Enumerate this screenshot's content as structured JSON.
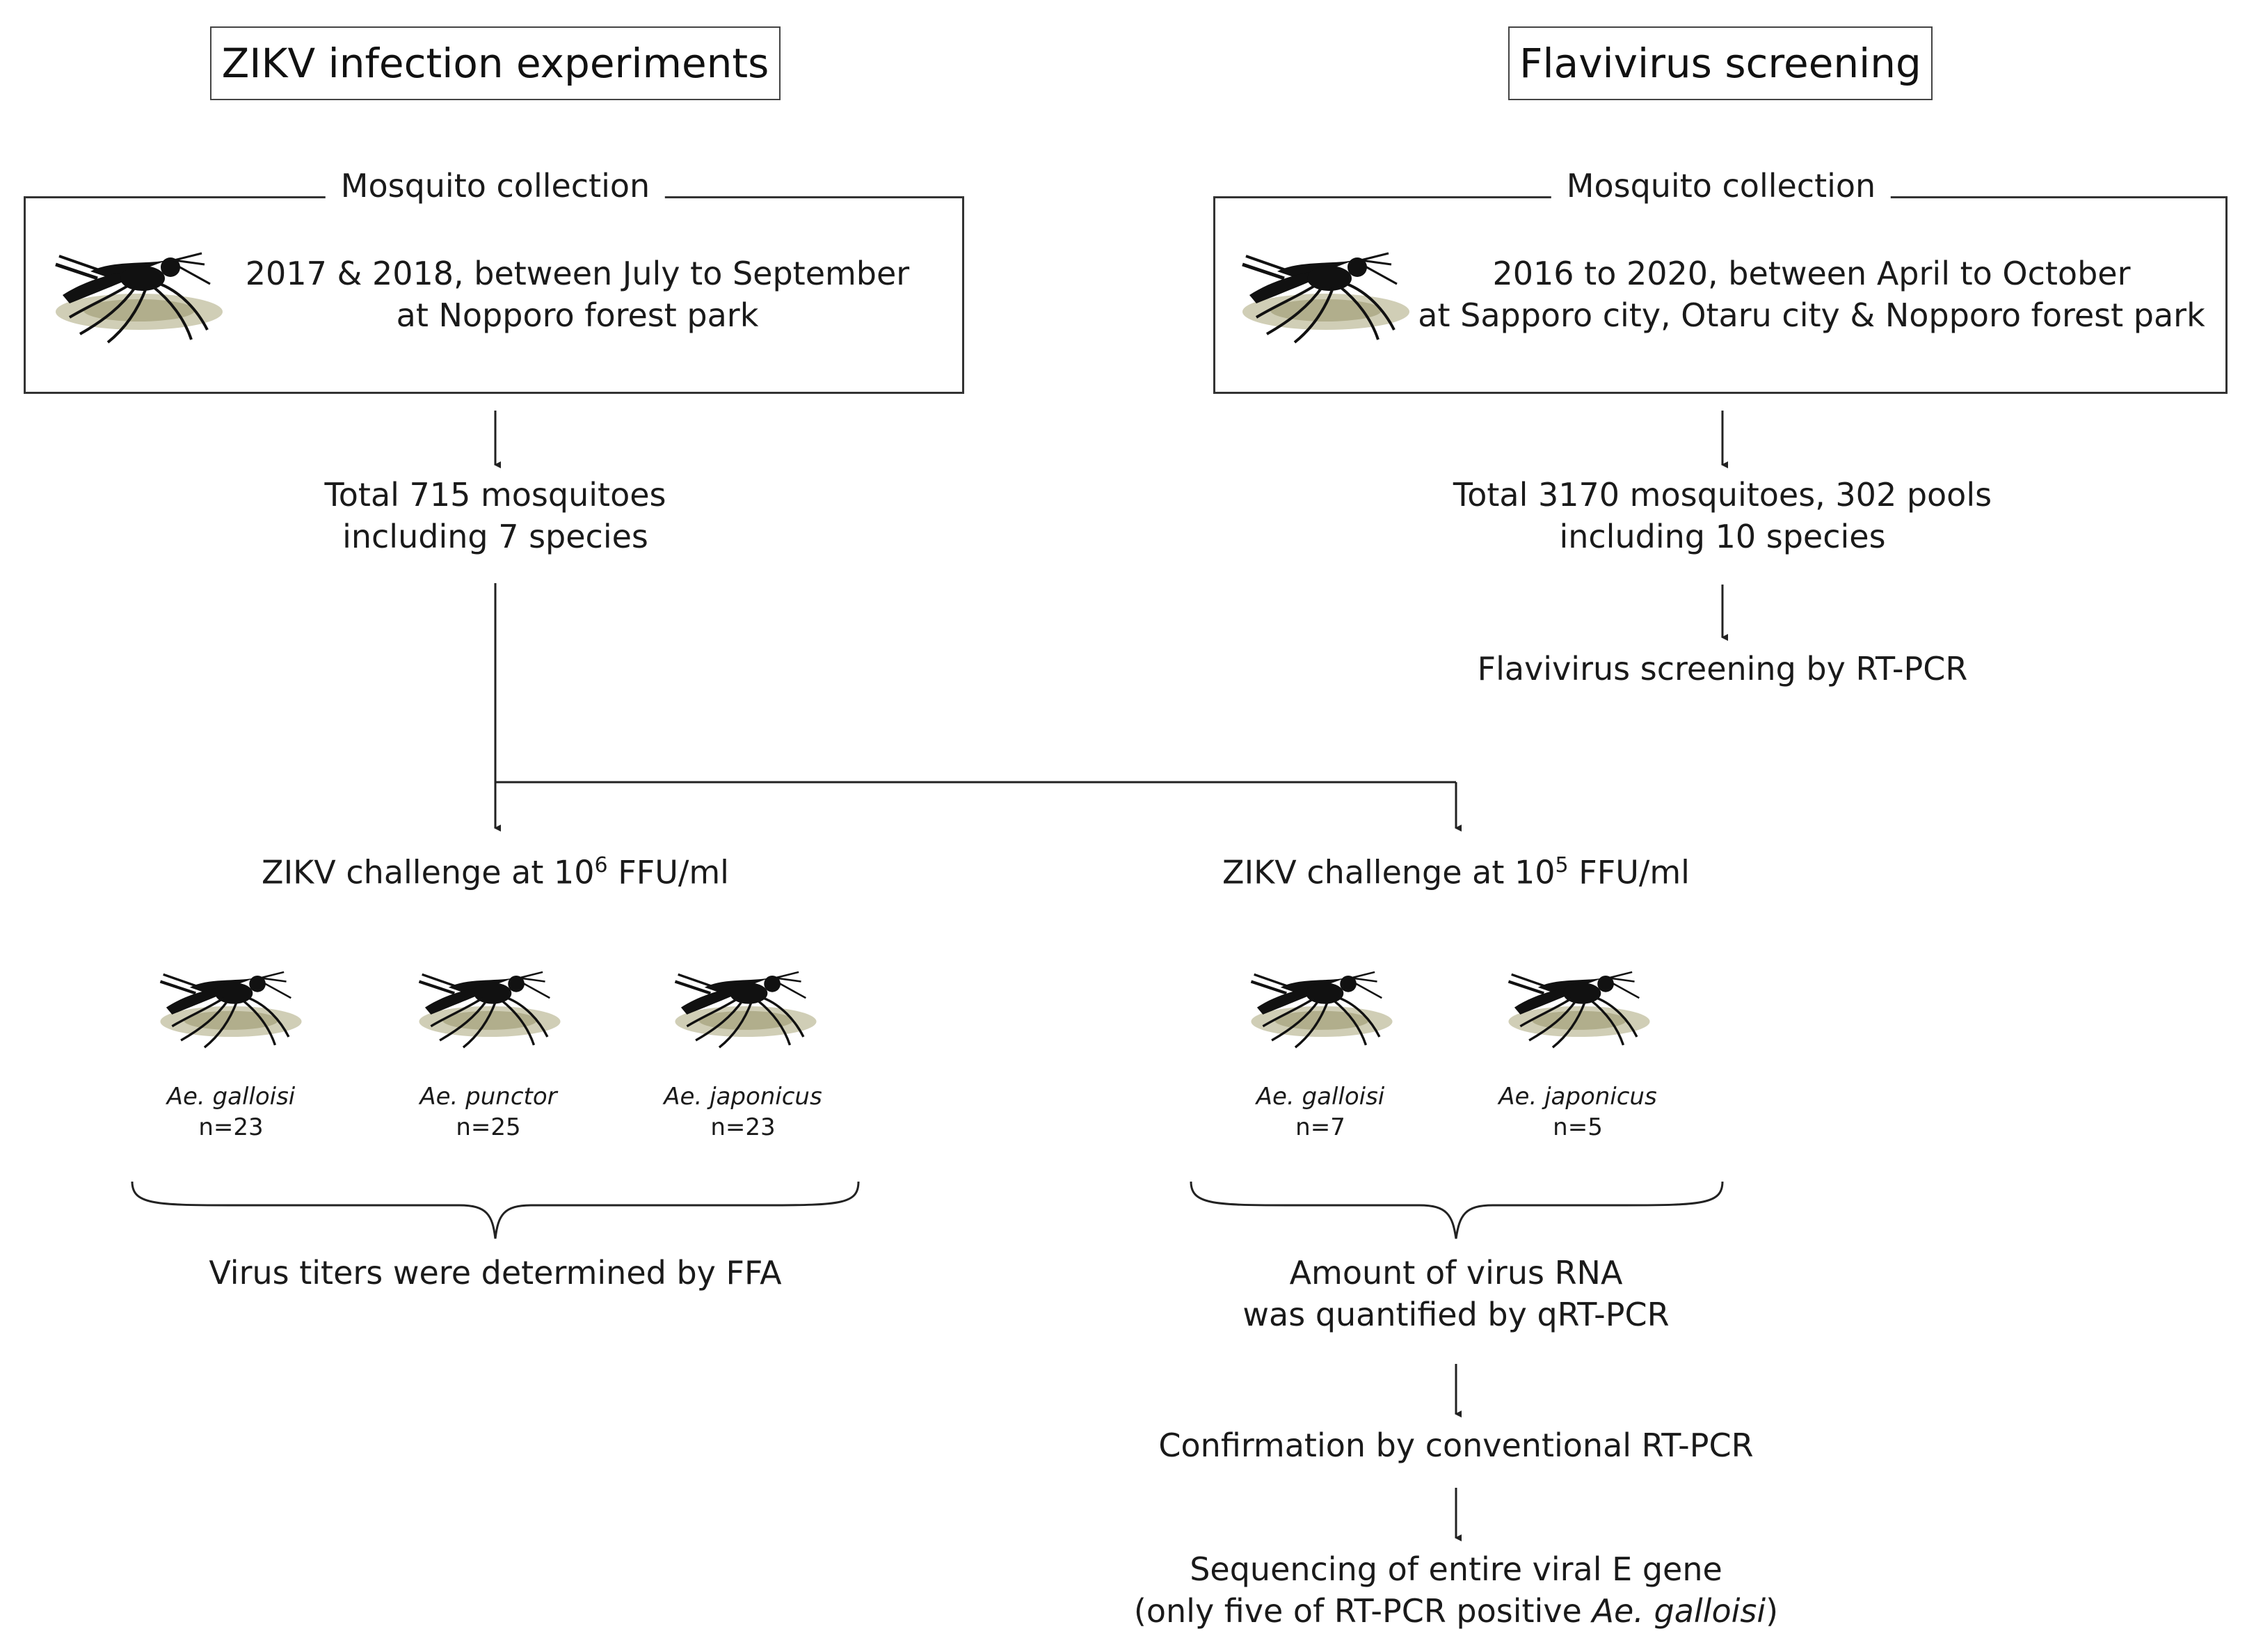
{
  "left_column": {
    "header": "ZIKV infection experiments",
    "collection": {
      "legend": "Mosquito collection",
      "line1": "2017 & 2018, between July to September",
      "line2": "at Nopporo forest park"
    },
    "total_line1": "Total 715 mosquitoes",
    "total_line2": "including 7 species",
    "challenge": {
      "prefix": "ZIKV challenge at 10",
      "exp": "6",
      "suffix": " FFU/ml"
    },
    "species": [
      {
        "name": "Ae. galloisi",
        "n": "n=23"
      },
      {
        "name": "Ae. punctor",
        "n": "n=25"
      },
      {
        "name": "Ae. japonicus",
        "n": "n=23"
      }
    ],
    "result": "Virus titers were determined by FFA"
  },
  "right_column": {
    "header": "Flavivirus screening",
    "collection": {
      "legend": "Mosquito collection",
      "line1": "2016 to 2020, between April to October",
      "line2": "at Sapporo city, Otaru city & Nopporo forest park"
    },
    "total_line1": "Total 3170 mosquitoes, 302 pools",
    "total_line2": "including 10 species",
    "screening": "Flavivirus screening by RT-PCR",
    "challenge": {
      "prefix": "ZIKV challenge at 10",
      "exp": "5",
      "suffix": " FFU/ml"
    },
    "species": [
      {
        "name": "Ae. galloisi",
        "n": "n=7"
      },
      {
        "name": "Ae. japonicus",
        "n": "n=5"
      }
    ],
    "result_line1": "Amount of virus RNA",
    "result_line2": "was quantified by qRT-PCR",
    "confirmation": "Confirmation by conventional RT-PCR",
    "sequencing_line1": "Sequencing of entire viral E gene",
    "sequencing_line2_prefix": "(only five of RT-PCR positive ",
    "sequencing_line2_italic": "Ae. galloisi",
    "sequencing_line2_suffix": ")"
  }
}
